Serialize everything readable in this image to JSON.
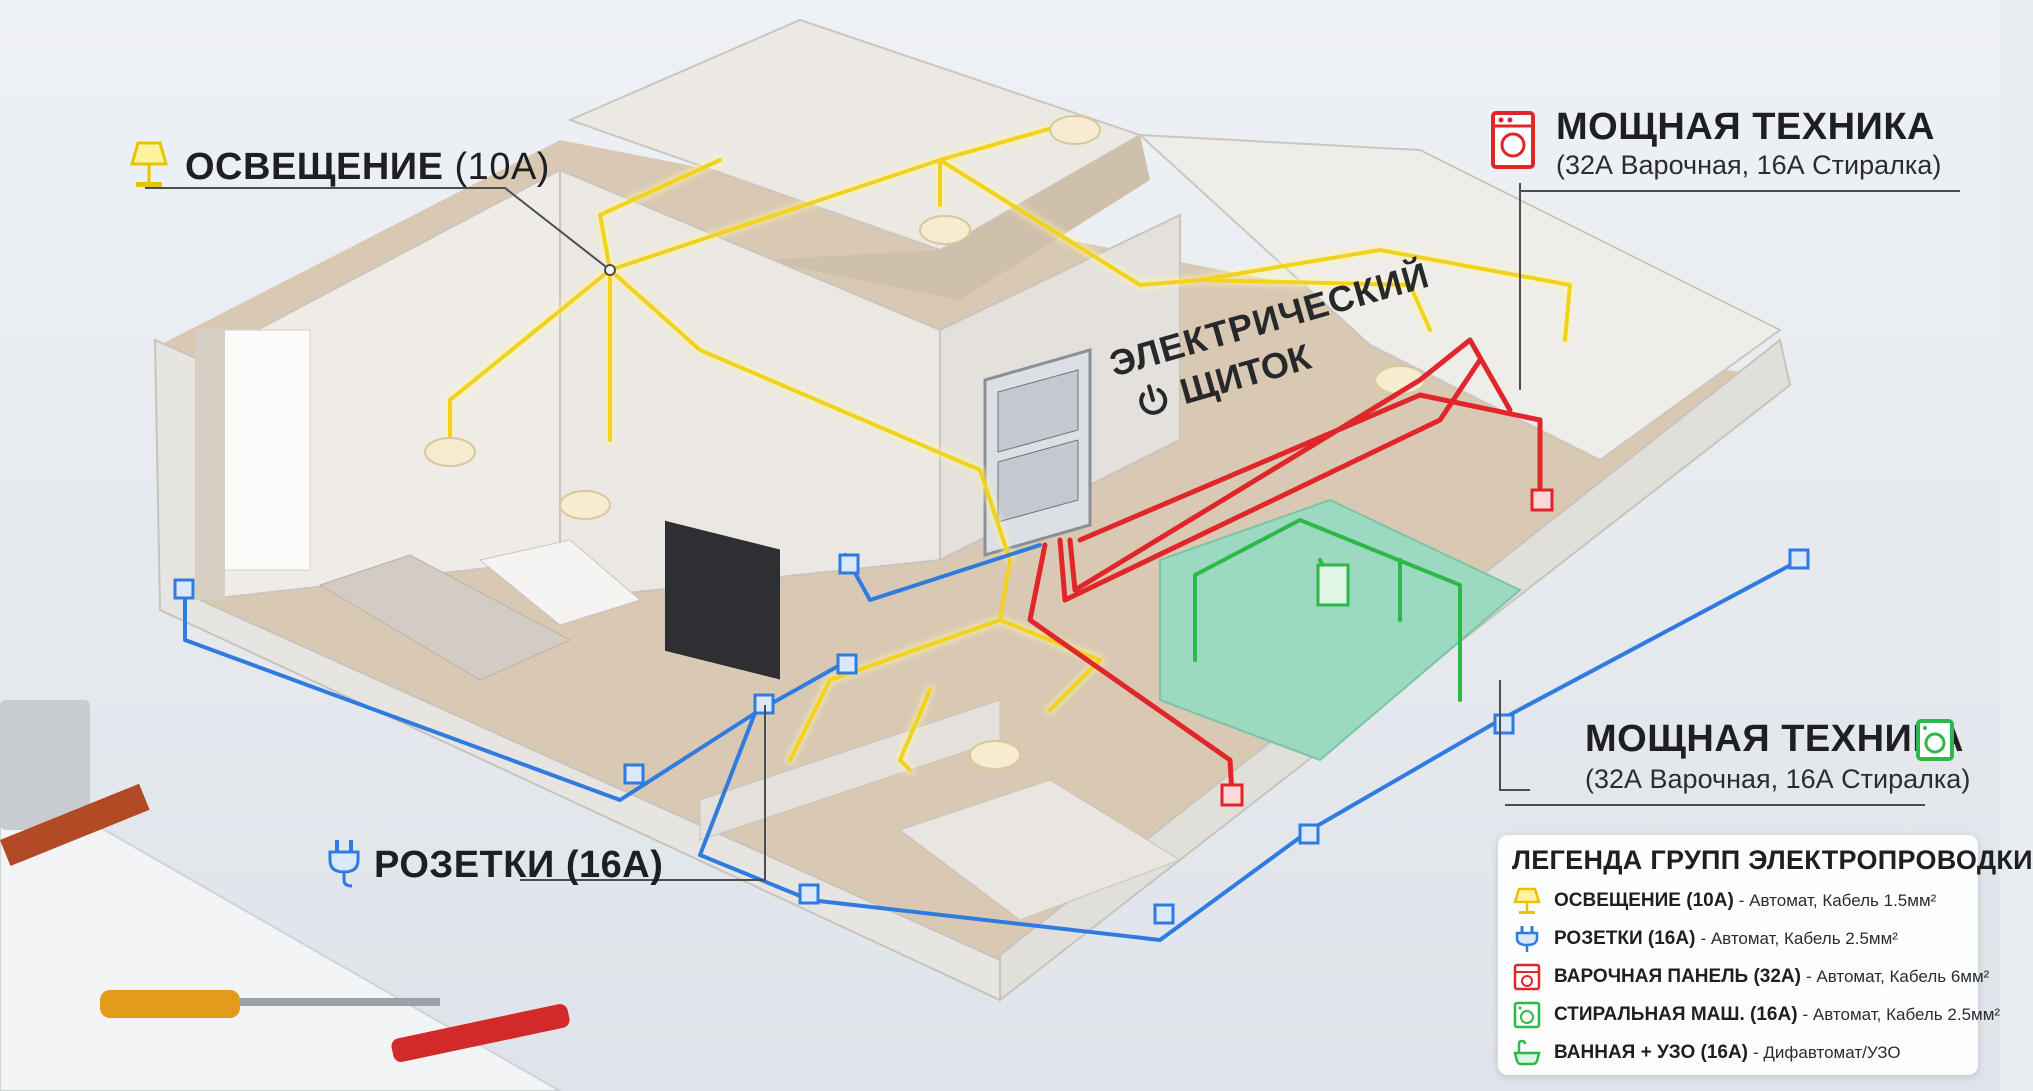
{
  "callouts": {
    "lighting": {
      "title": "ОСВЕЩЕНИЕ",
      "rating": "(10А)"
    },
    "sockets": {
      "title": "РОЗЕТКИ (16А)"
    },
    "heavy_top": {
      "title": "МОЩНАЯ ТЕХНИКА",
      "subtitle": "(32А Варочная, 16А Стиралка)"
    },
    "heavy_bottom": {
      "title": "МОЩНАЯ ТЕХНИКА",
      "subtitle": "(32А Варочная, 16А Стиралка)"
    },
    "panel": {
      "line1": "ЭЛЕКТРИЧЕСКИЙ",
      "line2": "ЩИТОК"
    }
  },
  "legend": {
    "title": "ЛЕГЕНДА ГРУПП ЭЛЕКТРОПРОВОДКИ",
    "items": [
      {
        "name": "ОСВЕЩЕНИЕ (10А)",
        "desc": "- Автомат, Кабель 1.5мм²",
        "icon": "lamp-icon"
      },
      {
        "name": "РОЗЕТКИ (16А)",
        "desc": "- Автомат, Кабель 2.5мм²",
        "icon": "plug-icon"
      },
      {
        "name": "ВАРОЧНАЯ ПАНЕЛЬ (32А)",
        "desc": "- Автомат, Кабель 6мм²",
        "icon": "stove-icon"
      },
      {
        "name": "СТИРАЛЬНАЯ МАШ. (16А)",
        "desc": "- Автомат, Кабель 2.5мм²",
        "icon": "washer-icon"
      },
      {
        "name": "ВАННАЯ + УЗО (16А)",
        "desc": "- Дифавтомат/УЗО",
        "icon": "bathtub-icon"
      }
    ]
  },
  "colors": {
    "lighting": "#f2d21b",
    "sockets": "#2f7be0",
    "cooktop": "#e0262a",
    "washer": "#2fb84a",
    "bathroom": "#2fb84a"
  }
}
